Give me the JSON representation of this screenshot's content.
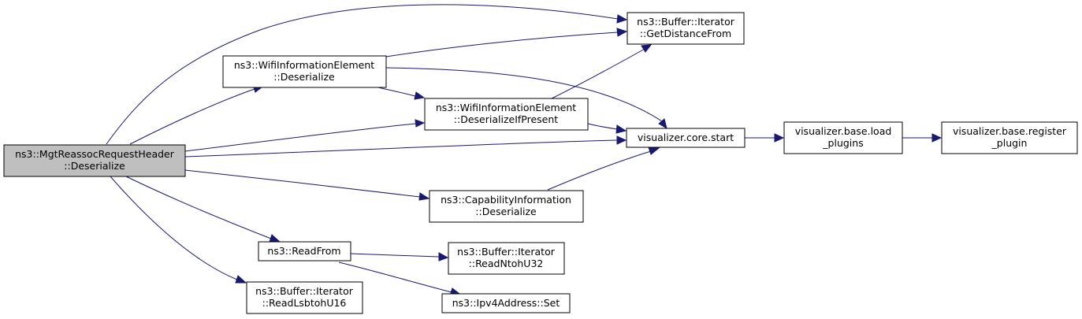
{
  "graph": {
    "nodes": {
      "root": {
        "line1": "ns3::MgtReassocRequestHeader",
        "line2": "::Deserialize"
      },
      "wie_deser": {
        "line1": "ns3::WifiInformationElement",
        "line2": "::Deserialize"
      },
      "wie_ifp": {
        "line1": "ns3::WifiInformationElement",
        "line2": "::DeserializeIfPresent"
      },
      "getdist": {
        "line1": "ns3::Buffer::Iterator",
        "line2": "::GetDistanceFrom"
      },
      "viz_start": {
        "line1": "visualizer.core.start"
      },
      "viz_load": {
        "line1": "visualizer.base.load",
        "line2": "_plugins"
      },
      "viz_reg": {
        "line1": "visualizer.base.register",
        "line2": "_plugin"
      },
      "capinfo": {
        "line1": "ns3::CapabilityInformation",
        "line2": "::Deserialize"
      },
      "readfrom": {
        "line1": "ns3::ReadFrom"
      },
      "readntoh": {
        "line1": "ns3::Buffer::Iterator",
        "line2": "::ReadNtohU32"
      },
      "ipv4set": {
        "line1": "ns3::Ipv4Address::Set"
      },
      "readlsb": {
        "line1": "ns3::Buffer::Iterator",
        "line2": "::ReadLsbtohU16"
      }
    },
    "colors": {
      "edge": "#191970",
      "root_fill": "#bfbfbf",
      "node_fill": "#ffffff",
      "node_border": "#000000"
    }
  }
}
